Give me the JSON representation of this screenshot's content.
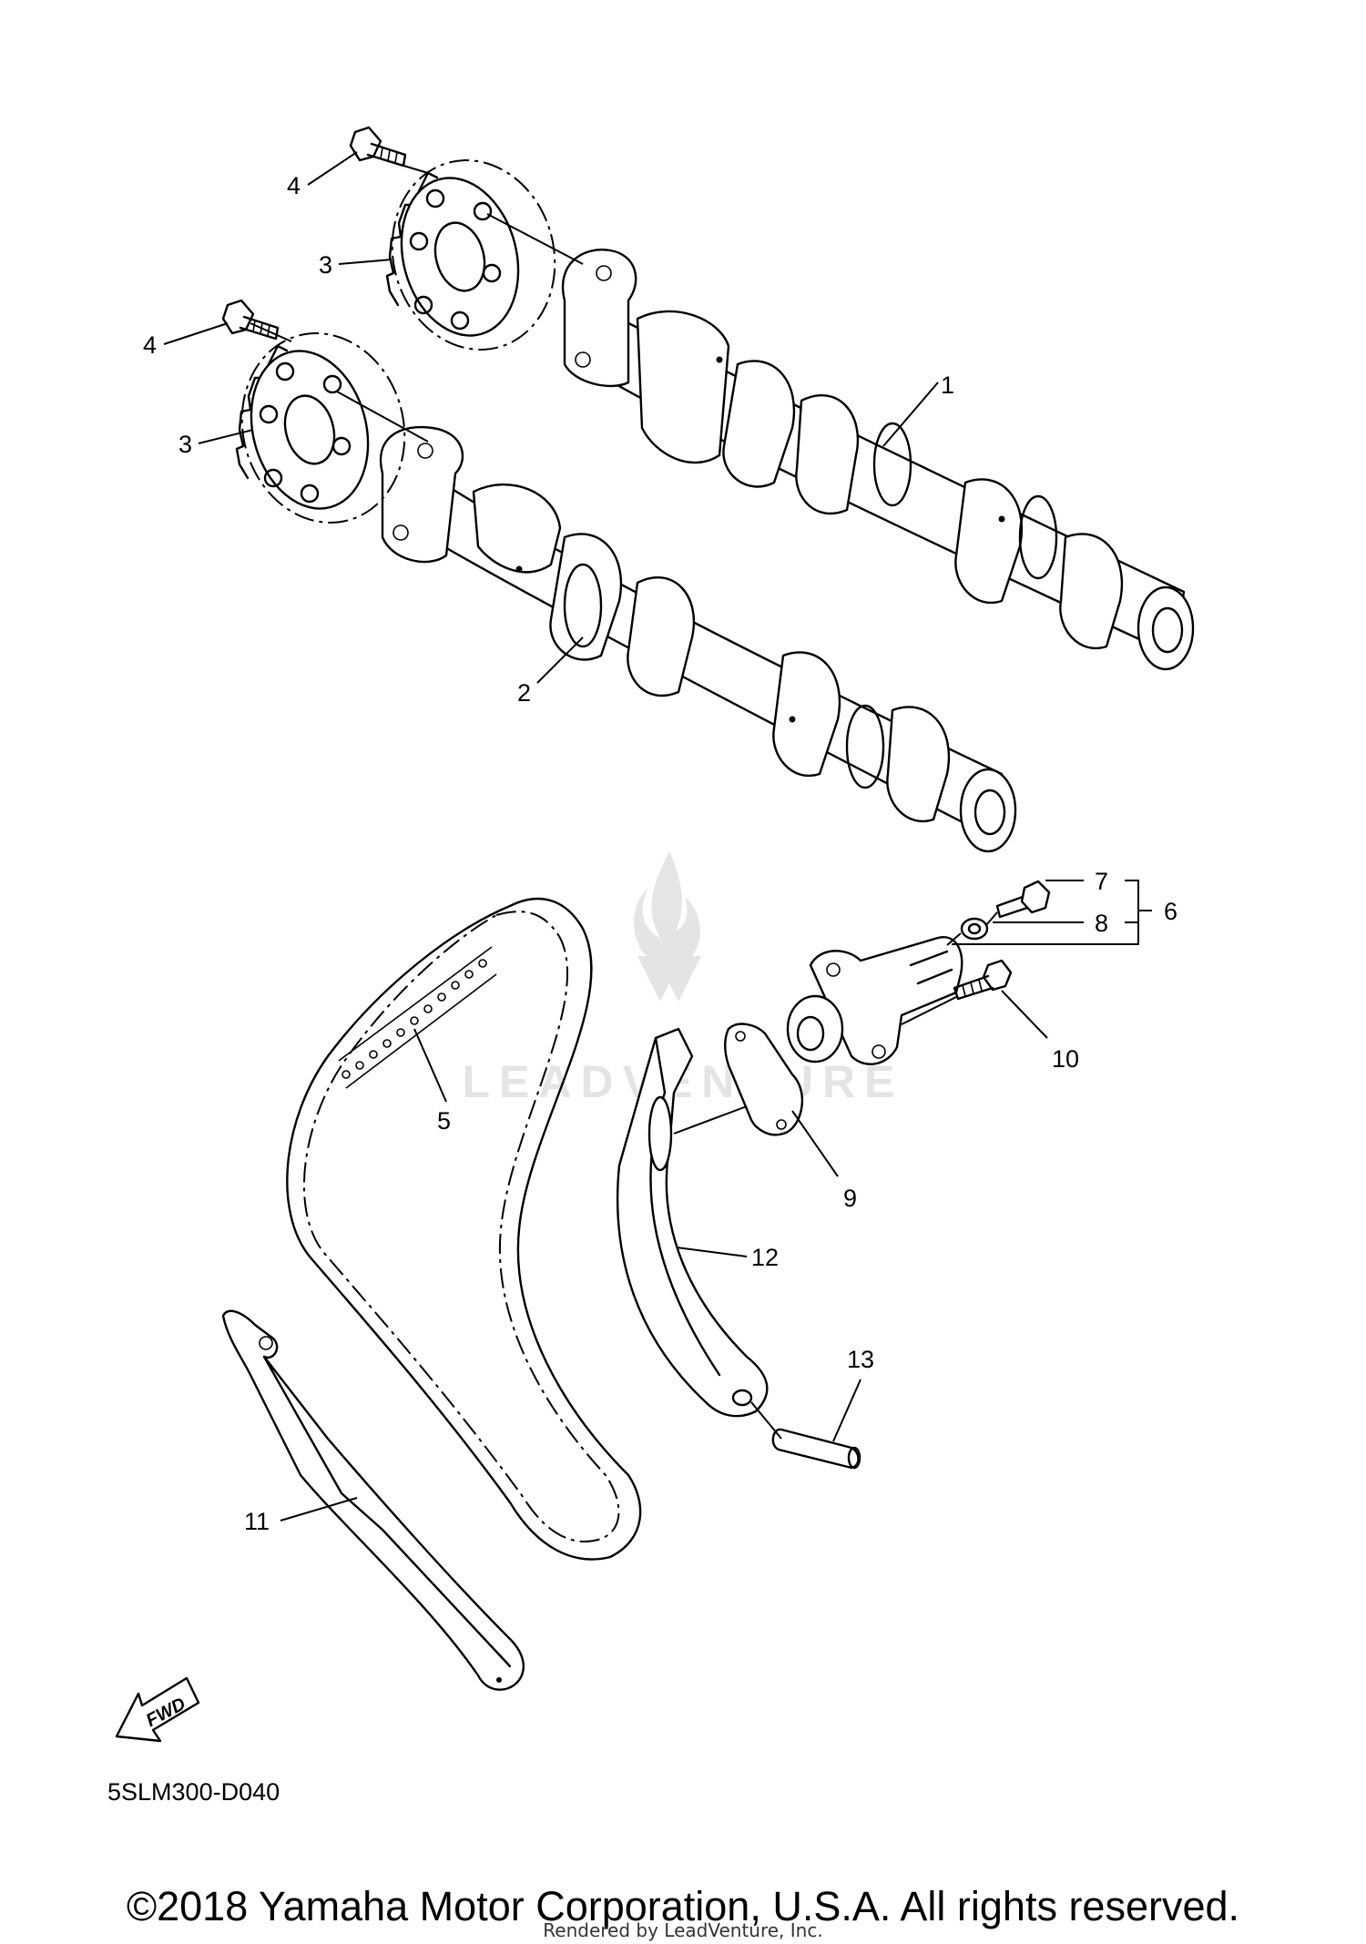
{
  "diagram": {
    "callouts": [
      "1",
      "2",
      "3",
      "3",
      "4",
      "4",
      "5",
      "6",
      "7",
      "8",
      "9",
      "10",
      "11",
      "12",
      "13"
    ],
    "drawing_code": "5SLM300-D040",
    "fwd_label": "FWD"
  },
  "watermark": {
    "text": "LEADVENTURE"
  },
  "footer": {
    "copyright": "©2018 Yamaha Motor Corporation, U.S.A. All rights reserved.",
    "rendered_by": "Rendered by LeadVenture, Inc."
  }
}
